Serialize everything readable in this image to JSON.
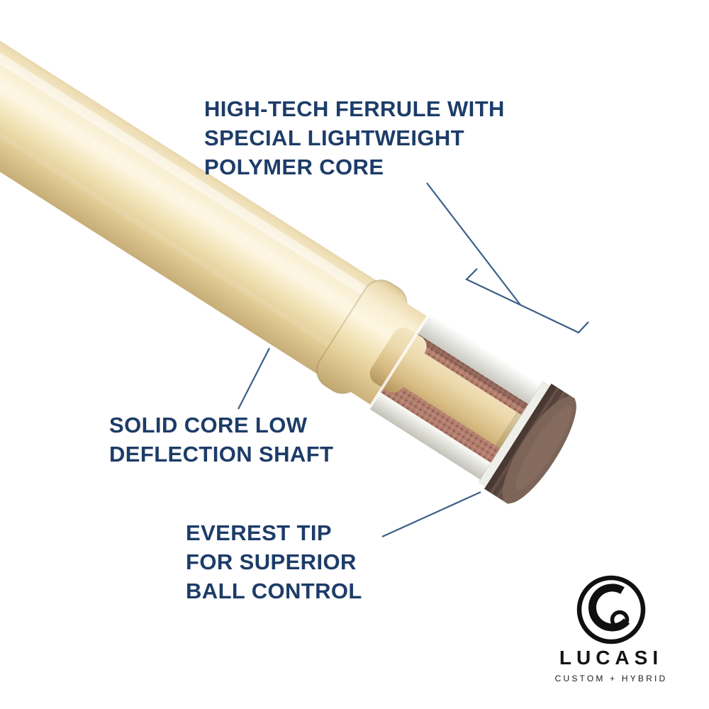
{
  "annotations": {
    "ferrule": {
      "lines": [
        "HIGH-TECH FERRULE WITH",
        "SPECIAL LIGHTWEIGHT",
        "POLYMER CORE"
      ]
    },
    "shaft": {
      "lines": [
        "SOLID CORE LOW",
        "DEFLECTION SHAFT"
      ]
    },
    "tip": {
      "lines": [
        "EVEREST TIP",
        "FOR SUPERIOR",
        "BALL CONTROL"
      ]
    }
  },
  "logo": {
    "monogram": "LC",
    "brand": "LUCASI",
    "tagline": "CUSTOM + HYBRID"
  },
  "colors": {
    "annotation_text": "#1d3c68",
    "leader_line": "#3b5f88",
    "shaft_wood": "#f3e7c2",
    "ferrule_white": "#f2f2ec",
    "polymer_core": "#b17d6d",
    "tip_brown": "#6d564c",
    "logo_black": "#101010"
  }
}
